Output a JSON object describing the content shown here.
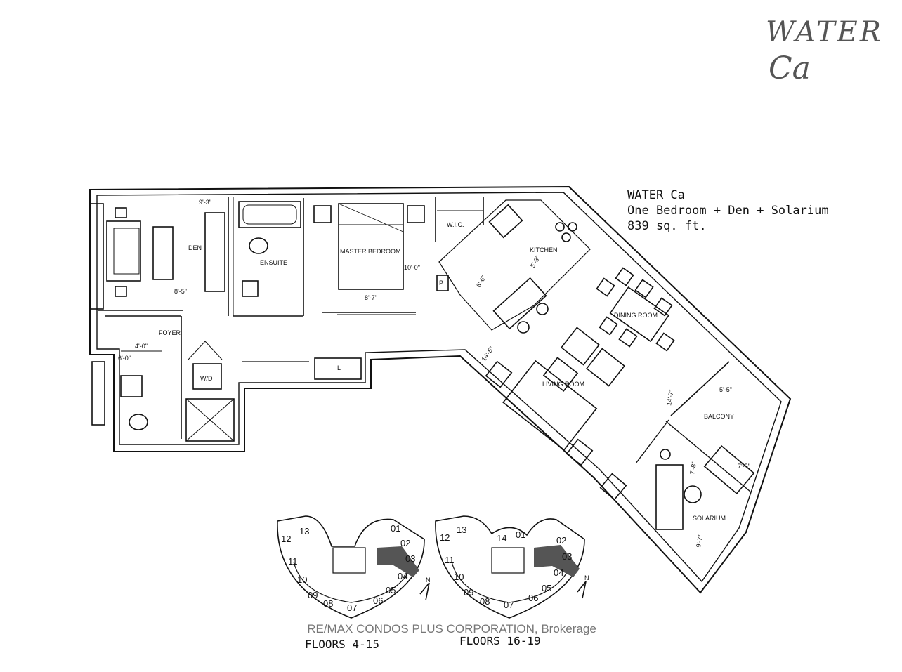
{
  "handwritten_note": {
    "line1": "WATER",
    "line2": "Ca"
  },
  "title_block": {
    "model": "WATER Ca",
    "type": "One Bedroom + Den + Solarium",
    "size": "839 sq. ft."
  },
  "rooms": {
    "den": "DEN",
    "ensuite": "ENSUITE",
    "master_bedroom": "MASTER BEDROOM",
    "wic": "W.I.C.",
    "kitchen": "KITCHEN",
    "dining_room": "DINING ROOM",
    "foyer": "FOYER",
    "living_room": "LIVING ROOM",
    "balcony": "BALCONY",
    "solarium": "SOLARIUM",
    "washer_dryer": "W/D",
    "linen": "L",
    "pantry": "P"
  },
  "dimensions": {
    "den_width": "9'-3\"",
    "den_depth": "8'-5\"",
    "bedroom_depth": "10'-0\"",
    "bedroom_width": "8'-7\"",
    "foyer_width": "4'-0\"",
    "bath_width": "6'-0\"",
    "kitchen_a": "5'-3\"",
    "kitchen_b": "6'-6\"",
    "living_width": "14'-5\"",
    "living_depth": "14'-7\"",
    "balcony_width": "5'-5\"",
    "balcony_depth": "7'-5\"",
    "solarium_width": "7'-8\"",
    "solarium_depth": "9'-7\""
  },
  "key_plans": [
    {
      "label": "FLOORS 4-15",
      "units": [
        "01",
        "02",
        "03",
        "04",
        "05",
        "06",
        "07",
        "08",
        "09",
        "10",
        "11",
        "12",
        "13"
      ],
      "north": "N"
    },
    {
      "label": "FLOORS 16-19",
      "units": [
        "01",
        "02",
        "03",
        "04",
        "05",
        "06",
        "07",
        "08",
        "09",
        "10",
        "11",
        "12",
        "13",
        "14"
      ],
      "north": "N"
    }
  ],
  "watermark": "RE/MAX CONDOS PLUS CORPORATION, Brokerage"
}
